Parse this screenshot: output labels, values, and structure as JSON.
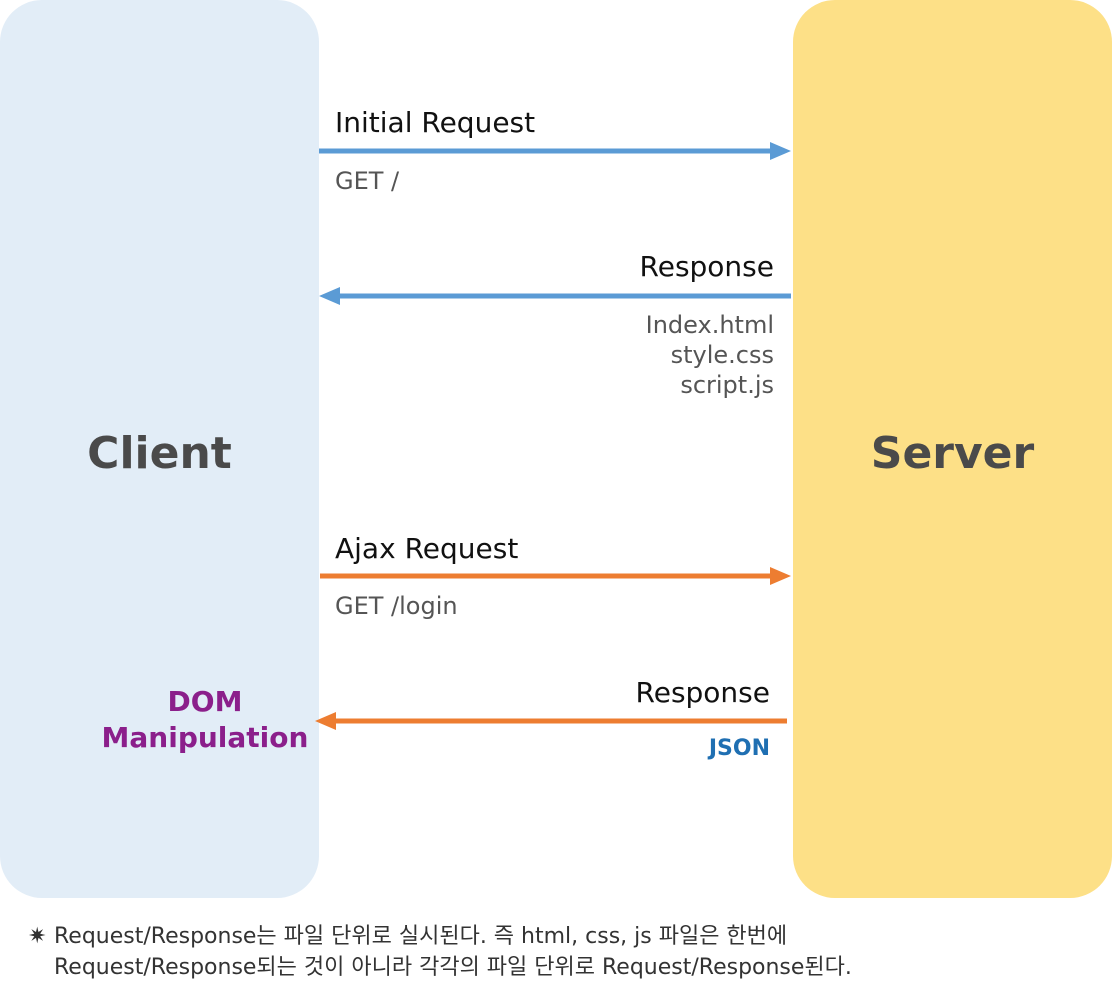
{
  "client": {
    "title": "Client",
    "color": "#e2edf7",
    "text_color": "#4a4a4a"
  },
  "server": {
    "title": "Server",
    "color": "#fde087",
    "text_color": "#4a4a4a"
  },
  "flows": [
    {
      "label": "Initial Request",
      "details": [
        "GET /"
      ],
      "direction": "to-server",
      "color": "#5b9bd5"
    },
    {
      "label": "Response",
      "details": [
        "Index.html",
        "style.css",
        "script.js"
      ],
      "direction": "to-client",
      "color": "#5b9bd5"
    },
    {
      "label": "Ajax Request",
      "details": [
        "GET /login"
      ],
      "direction": "to-server",
      "color": "#ed7d31"
    },
    {
      "label": "Response",
      "details": [
        "JSON"
      ],
      "direction": "to-client",
      "color": "#ed7d31"
    }
  ],
  "dom_manipulation": {
    "lines": [
      "DOM",
      "Manipulation"
    ],
    "color": "#8b1f8b"
  },
  "json_color": "#1f6fb2",
  "footnote": {
    "marker": "✷",
    "lines": [
      "Request/Response는 파일 단위로 실시된다. 즉 html, css, js 파일은 한번에",
      "Request/Response되는 것이 아니라 각각의 파일 단위로 Request/Response된다."
    ]
  }
}
